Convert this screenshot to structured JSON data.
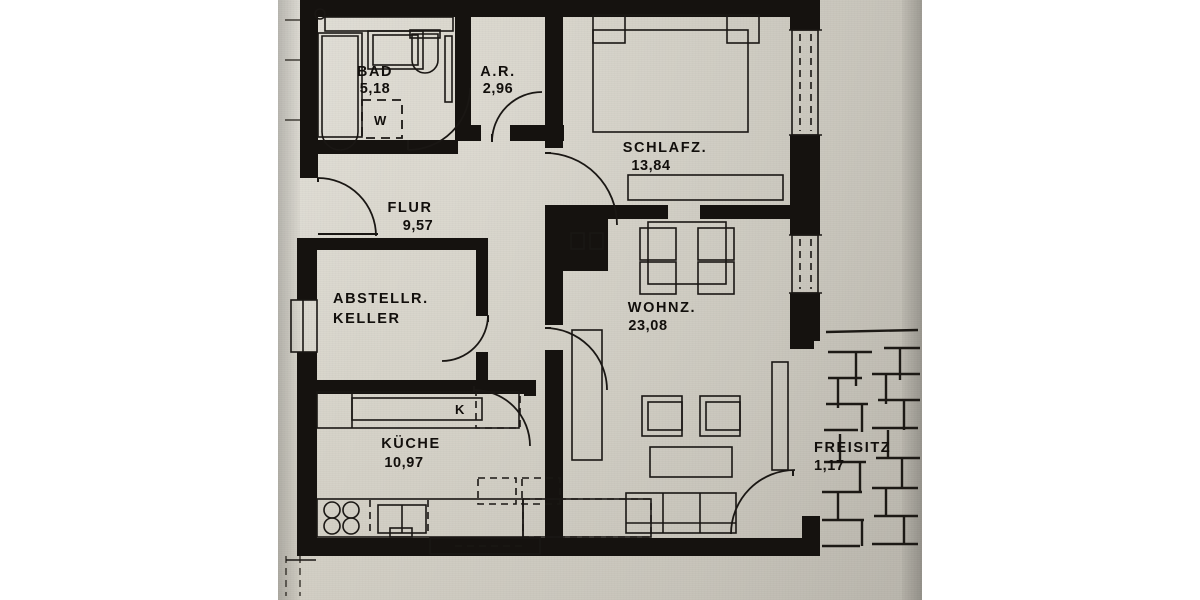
{
  "document": {
    "type": "architectural-floor-plan",
    "language": "de",
    "title": "Grundriss Wohnung",
    "medium": "scanned paper photograph",
    "paper_color": "#d7d4ca",
    "ink_color": "#15120f"
  },
  "rooms": [
    {
      "id": "bad",
      "name": "BAD",
      "area": "5,18",
      "name2": ""
    },
    {
      "id": "ar",
      "name": "A.R.",
      "area": "2,96",
      "name2": ""
    },
    {
      "id": "schlafz",
      "name": "SCHLAFZ.",
      "area": "13,84",
      "name2": ""
    },
    {
      "id": "flur",
      "name": "FLUR",
      "area": "9,57",
      "name2": ""
    },
    {
      "id": "abstellr",
      "name": "ABSTELLR.",
      "area": "",
      "name2": "KELLER"
    },
    {
      "id": "wohnz",
      "name": "WOHNZ.",
      "area": "23,08",
      "name2": ""
    },
    {
      "id": "kueche",
      "name": "KÜCHE",
      "area": "10,97",
      "name2": ""
    },
    {
      "id": "freisitz",
      "name": "FREISITZ",
      "area": "1,17",
      "name2": ""
    }
  ],
  "fixture_tags": [
    {
      "id": "washer",
      "label": "W",
      "room": "bad",
      "meaning": "Waschmaschine"
    },
    {
      "id": "fridge",
      "label": "K",
      "room": "kueche",
      "meaning": "Kuehlschrank"
    }
  ],
  "annotations": {
    "handwriting_bottom_right": "",
    "legible": false
  }
}
